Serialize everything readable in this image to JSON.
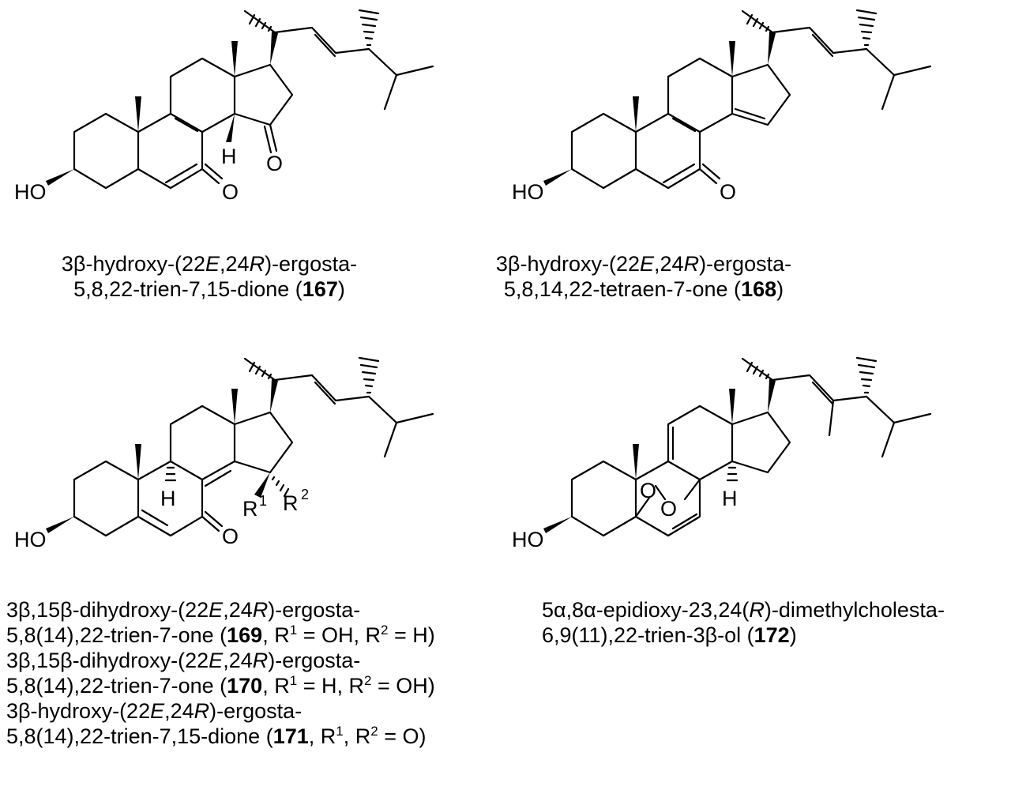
{
  "structures": [
    {
      "id": "167",
      "atom_labels": {
        "hydroxyl": "HO",
        "ketone_7": "O",
        "ketone_15": "O",
        "h_14": "H"
      },
      "caption": {
        "l1": {
          "a": "3β-hydroxy-(22",
          "b": "E",
          "c": ",24",
          "d": "R",
          "e": ")-ergosta-"
        },
        "l2": {
          "a": "5,8,22-trien-7,15-dione (",
          "b": "167",
          "c": ")"
        }
      }
    },
    {
      "id": "168",
      "atom_labels": {
        "hydroxyl": "HO",
        "ketone_7": "O"
      },
      "caption": {
        "l1": {
          "a": "3β-hydroxy-(22",
          "b": "E",
          "c": ",24",
          "d": "R",
          "e": ")-ergosta-"
        },
        "l2": {
          "a": "5,8,14,22-tetraen-7-one (",
          "b": "168",
          "c": ")"
        }
      }
    },
    {
      "id": "169-171",
      "atom_labels": {
        "hydroxyl": "HO",
        "ketone_7": "O",
        "h_9": "H",
        "r1": "R",
        "r1_sup": "1",
        "r2": "R",
        "r2_sup": "2"
      },
      "caption": {
        "l1": {
          "a": "3β,15β-dihydroxy-(22",
          "b": "E",
          "c": ",24",
          "d": "R",
          "e": ")-ergosta-"
        },
        "l2": {
          "a": "5,8(14),22-trien-7-one (",
          "b": "169",
          "c": ", R",
          "d": "1",
          "e": " = OH, R",
          "f": "2",
          "g": " = H)"
        },
        "l3": {
          "a": "3β,15β-dihydroxy-(22",
          "b": "E",
          "c": ",24",
          "d": "R",
          "e": ")-ergosta-"
        },
        "l4": {
          "a": "5,8(14),22-trien-7-one (",
          "b": "170",
          "c": ", R",
          "d": "1",
          "e": " = H, R",
          "f": "2",
          "g": " = OH)"
        },
        "l5": {
          "a": "3β-hydroxy-(22",
          "b": "E",
          "c": ",24",
          "d": "R",
          "e": ")-ergosta-"
        },
        "l6": {
          "a": "5,8(14),22-trien-7,15-dione (",
          "b": "171",
          "c": ", R",
          "d": "1",
          "e": ", R",
          "f": "2",
          "g": " = O)"
        }
      }
    },
    {
      "id": "172",
      "atom_labels": {
        "hydroxyl": "HO",
        "peroxide_o1": "O",
        "peroxide_o2": "O",
        "h_14": "H"
      },
      "caption": {
        "l1": {
          "a": "5α,8α-epidioxy-23,24(",
          "b": "R",
          "c": ")-dimethylcholesta-"
        },
        "l2": {
          "a": "6,9(11),22-trien-3β-ol  (",
          "b": "172",
          "c": ")"
        }
      }
    }
  ]
}
